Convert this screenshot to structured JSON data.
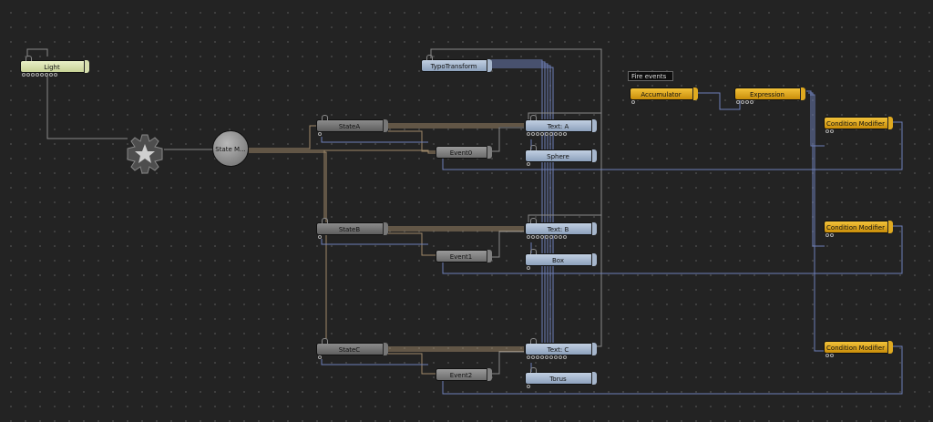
{
  "comment": {
    "text": "Fire events"
  },
  "nodes": {
    "light": "Light",
    "state_machine": "State M...",
    "typo_transform": "TypoTransform",
    "state_a": "StateA",
    "state_b": "StateB",
    "state_c": "StateC",
    "event0": "Event0",
    "event1": "Event1",
    "event2": "Event2",
    "text_a": "Text: A",
    "text_b": "Text: B",
    "text_c": "Text: C",
    "sphere": "Sphere",
    "box": "Box",
    "torus": "Torus",
    "accumulator": "Accumulator",
    "expression": "Expression",
    "condition_modifier_1": "Condition Modifier",
    "condition_modifier_2": "Condition Modifier",
    "condition_modifier_3": "Condition Modifier"
  },
  "colors": {
    "canvas": "#232323",
    "wire_grey": "#8a8a8a",
    "wire_blue": "#6e7fb8",
    "wire_brown": "#a08a6a",
    "node_gold": "#e0aa20",
    "node_blue": "#a6b6cc",
    "node_light": "#d7dfae",
    "node_grey": "#777777"
  },
  "icons": {
    "gear": "gear-icon"
  }
}
